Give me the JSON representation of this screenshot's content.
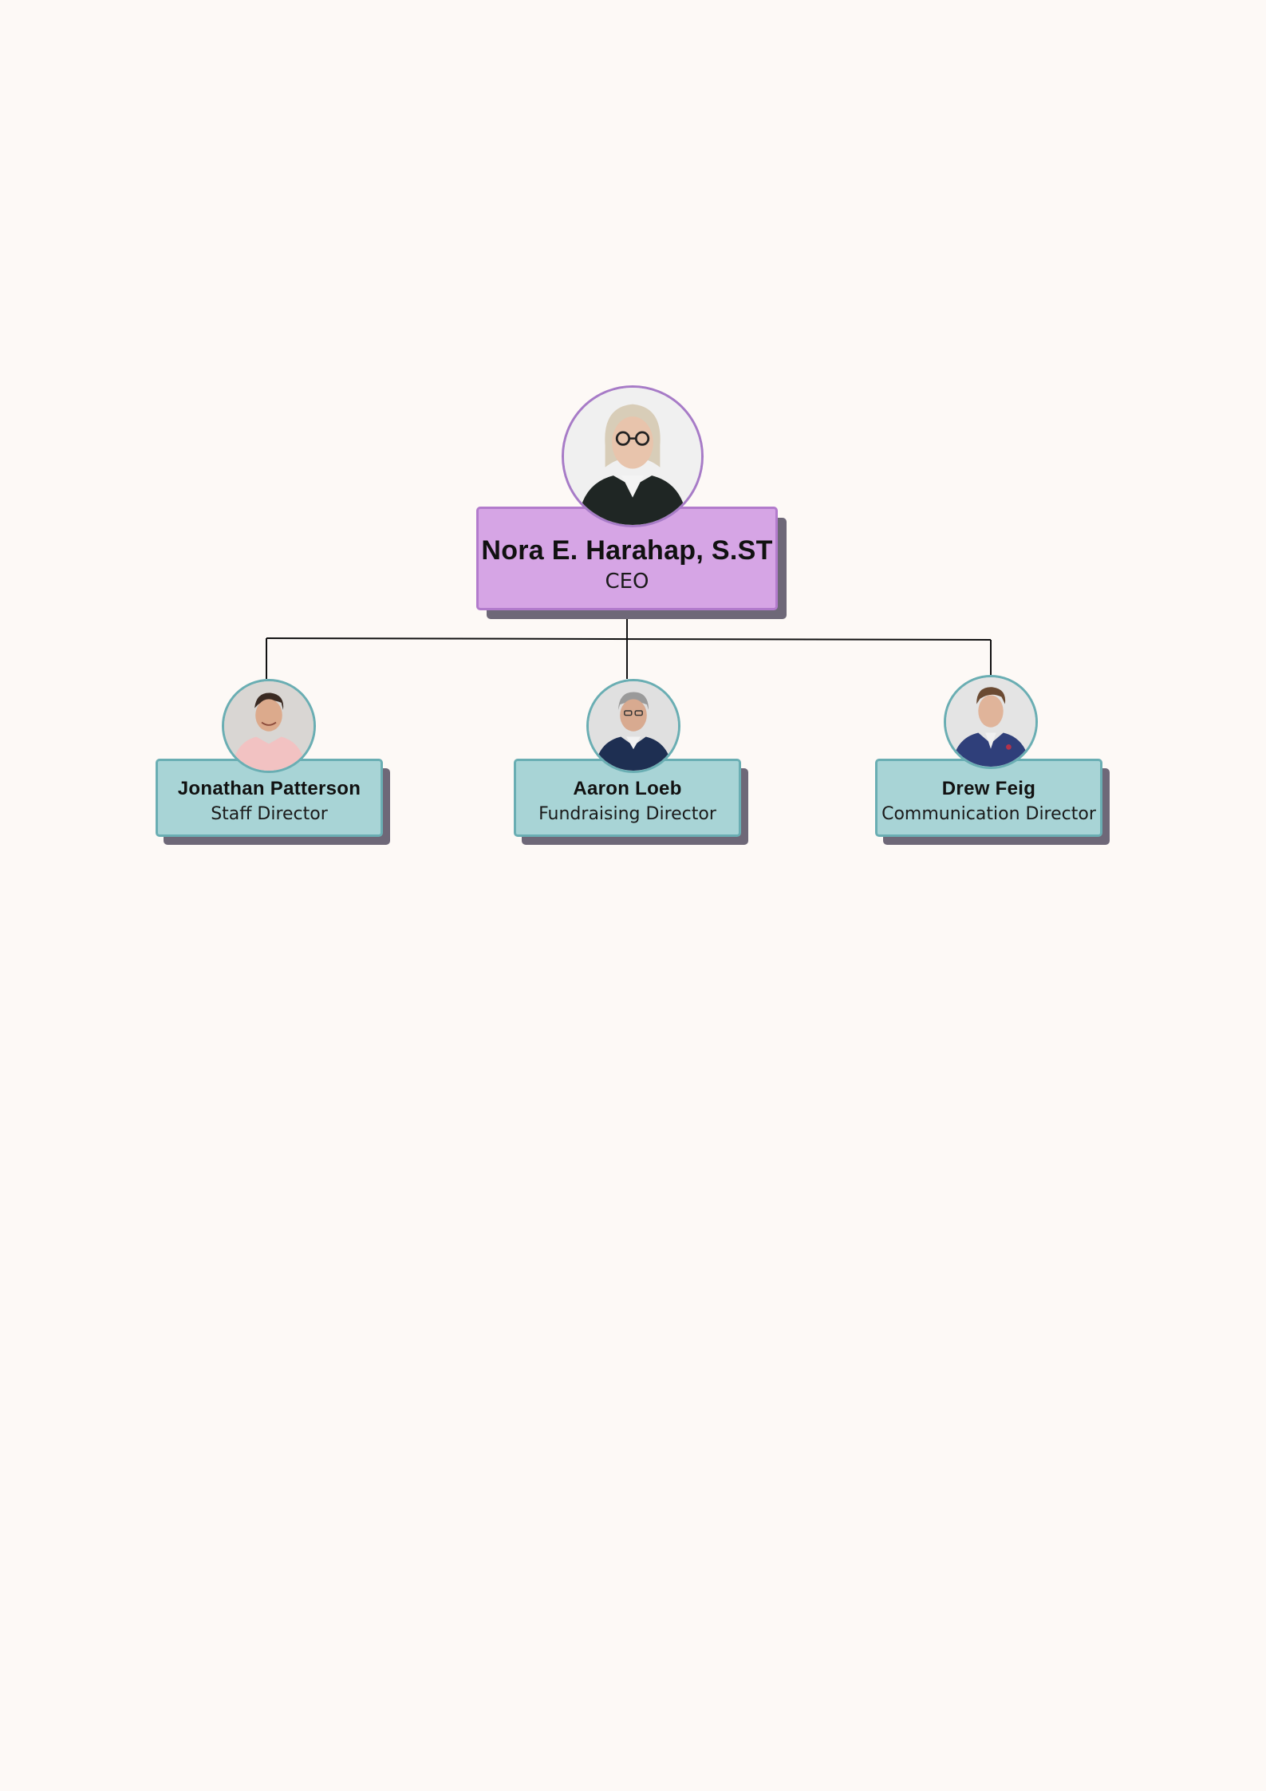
{
  "org_chart": {
    "root": {
      "name": "Nora E. Harahap, S.ST",
      "role": "CEO",
      "avatar_icon": "person-portrait-icon",
      "card_color": "#d6a5e5",
      "border_color": "#b27bcc"
    },
    "children": [
      {
        "name": "Jonathan Patterson",
        "role": "Staff Director",
        "avatar_icon": "person-portrait-icon",
        "card_color": "#a8d4d6",
        "border_color": "#6aaeb3"
      },
      {
        "name": "Aaron Loeb",
        "role": "Fundraising Director",
        "avatar_icon": "person-portrait-icon",
        "card_color": "#a8d4d6",
        "border_color": "#6aaeb3"
      },
      {
        "name": "Drew Feig",
        "role": "Communication Director",
        "avatar_icon": "person-portrait-icon",
        "card_color": "#a8d4d6",
        "border_color": "#6aaeb3"
      }
    ],
    "background_color": "#fdf9f6",
    "connector_color": "#111111"
  }
}
